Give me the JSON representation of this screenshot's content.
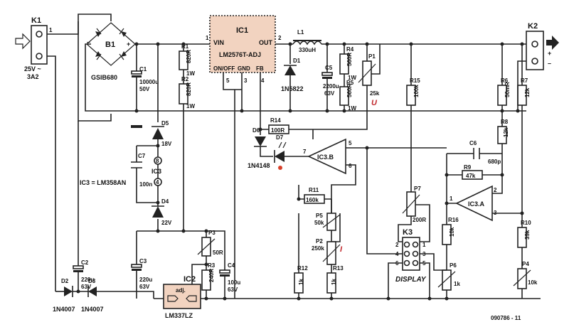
{
  "figure_id": "090786 - 11",
  "power_note": "IC3 = LM358AN",
  "connectors": {
    "k1": {
      "name": "K1",
      "pin": "1",
      "rating_line1": "25V ~",
      "rating_line2": "3A2"
    },
    "k2": {
      "name": "K2",
      "pin_plus": "+",
      "pin_minus": "–"
    }
  },
  "bridge": {
    "name": "B1",
    "part": "GSIB680"
  },
  "regulator_ic1": {
    "name": "IC1",
    "part": "LM2576T-ADJ",
    "vin": "VIN",
    "out": "OUT",
    "onoff": "ON/OFF",
    "gnd": "GND",
    "fb": "FB",
    "p1": "1",
    "p2": "2",
    "p3": "3",
    "p4": "4",
    "p5": "5"
  },
  "regulator_ic2": {
    "name": "IC2",
    "part": "LM337LZ",
    "adj": "adj."
  },
  "opamp_b": {
    "name": "IC3.B",
    "p5": "5",
    "p6": "6",
    "p7": "7"
  },
  "opamp_a": {
    "name": "IC3.A",
    "p1": "1",
    "p2": "2",
    "p3": "3"
  },
  "ic3_supply": {
    "name": "IC3",
    "p8": "8",
    "p4": "4"
  },
  "display": {
    "name": "K3",
    "caption": "DISPLAY",
    "pins": [
      "1",
      "2",
      "3",
      "4",
      "5",
      "6"
    ]
  },
  "inductor": {
    "name": "L1",
    "value": "330uH"
  },
  "resistors": [
    {
      "name": "R1",
      "value": "820R",
      "power": "1W"
    },
    {
      "name": "R2",
      "value": "820R",
      "power": "1W"
    },
    {
      "name": "R3",
      "value": "240R"
    },
    {
      "name": "R4",
      "value": "560R",
      "power": "1W"
    },
    {
      "name": "R5",
      "value": "560R",
      "power": "1W"
    },
    {
      "name": "R6",
      "value": "50mR"
    },
    {
      "name": "R7",
      "value": "12k"
    },
    {
      "name": "R8",
      "value": "12k"
    },
    {
      "name": "R9",
      "value": "47k"
    },
    {
      "name": "R10",
      "value": "39k"
    },
    {
      "name": "R11",
      "value": "160k"
    },
    {
      "name": "R12",
      "value": "1k"
    },
    {
      "name": "R13",
      "value": "1k"
    },
    {
      "name": "R14",
      "value": "100R"
    },
    {
      "name": "R15",
      "value": "100k"
    },
    {
      "name": "R16",
      "value": "10k"
    }
  ],
  "pots": [
    {
      "name": "P1",
      "value": "25k",
      "tag": "U"
    },
    {
      "name": "P2",
      "value": "250k",
      "tag": "I"
    },
    {
      "name": "P3",
      "value": "50R"
    },
    {
      "name": "P4",
      "value": "10k"
    },
    {
      "name": "P5",
      "value": "50k"
    },
    {
      "name": "P6",
      "value": "1k"
    },
    {
      "name": "P7",
      "value": "200R"
    }
  ],
  "capacitors": [
    {
      "name": "C1",
      "value": "10000u",
      "voltage": "50V"
    },
    {
      "name": "C2",
      "value": "220u",
      "voltage": "63V"
    },
    {
      "name": "C3",
      "value": "220u",
      "voltage": "63V"
    },
    {
      "name": "C4",
      "value": "100u",
      "voltage": "63V"
    },
    {
      "name": "C5",
      "value": "2200u",
      "voltage": "63V"
    },
    {
      "name": "C6",
      "value": "680p"
    },
    {
      "name": "C7",
      "value": "100n"
    }
  ],
  "diodes": [
    {
      "name": "D1",
      "part": "1N5822"
    },
    {
      "name": "D2",
      "part": "1N4007"
    },
    {
      "name": "D3",
      "part": "1N4007"
    },
    {
      "name": "D4",
      "part": "22V"
    },
    {
      "name": "D5",
      "part": "18V"
    },
    {
      "name": "D6",
      "part": "1N4148"
    },
    {
      "name": "D7",
      "part": ""
    }
  ],
  "colors": {
    "ic_fill": "#f2d3c0",
    "led_dot": "#d8402a",
    "wire": "#222222",
    "tag": "#c0262a"
  }
}
